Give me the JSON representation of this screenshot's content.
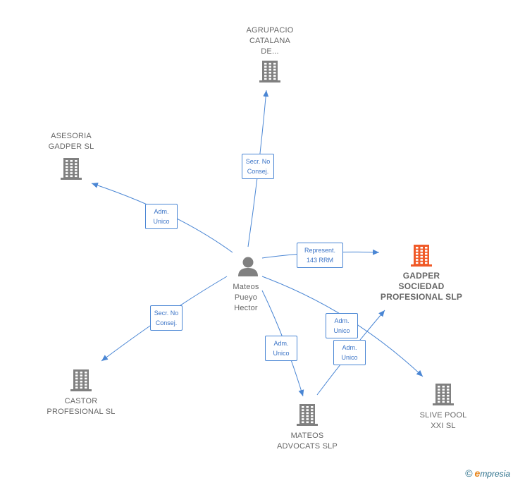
{
  "colors": {
    "edge": "#4a86d4",
    "building": "#808080",
    "focus_building": "#f05a28",
    "person": "#808080"
  },
  "nodes": [
    {
      "id": "agrupacio",
      "kind": "building",
      "label": [
        "AGRUPACIO",
        "CATALANA",
        "DE..."
      ]
    },
    {
      "id": "asesoria",
      "kind": "building",
      "label": [
        "ASESORIA",
        "GADPER SL"
      ]
    },
    {
      "id": "gadper",
      "kind": "building-focus",
      "label": [
        "GADPER",
        "SOCIEDAD",
        "PROFESIONAL SLP"
      ]
    },
    {
      "id": "castor",
      "kind": "building",
      "label": [
        "CASTOR",
        "PROFESIONAL SL"
      ]
    },
    {
      "id": "mateos_advocats",
      "kind": "building",
      "label": [
        "MATEOS",
        "ADVOCATS SLP"
      ]
    },
    {
      "id": "slive",
      "kind": "building",
      "label": [
        "SLIVE POOL",
        "XXI SL"
      ]
    },
    {
      "id": "person",
      "kind": "person",
      "label": [
        "Mateos",
        "Pueyo",
        "Hector"
      ]
    }
  ],
  "edges": [
    {
      "from": "person",
      "to": "agrupacio",
      "label": [
        "Secr.  No",
        "Consej."
      ]
    },
    {
      "from": "person",
      "to": "asesoria",
      "label": [
        "Adm.",
        "Unico"
      ]
    },
    {
      "from": "person",
      "to": "gadper",
      "label": [
        "Represent.",
        "143 RRM"
      ]
    },
    {
      "from": "person",
      "to": "castor",
      "label": [
        "Secr.  No",
        "Consej."
      ]
    },
    {
      "from": "person",
      "to": "mateos_advocats",
      "label": [
        "Adm.",
        "Unico"
      ]
    },
    {
      "from": "person",
      "to": "slive",
      "label": [
        "Adm.",
        "Unico"
      ]
    },
    {
      "from": "mateos_advocats",
      "to": "gadper",
      "label": [
        "Adm.",
        "Unico"
      ]
    }
  ],
  "brand": {
    "copyright": "©",
    "name_initial": "e",
    "name_rest": "mpresia"
  }
}
